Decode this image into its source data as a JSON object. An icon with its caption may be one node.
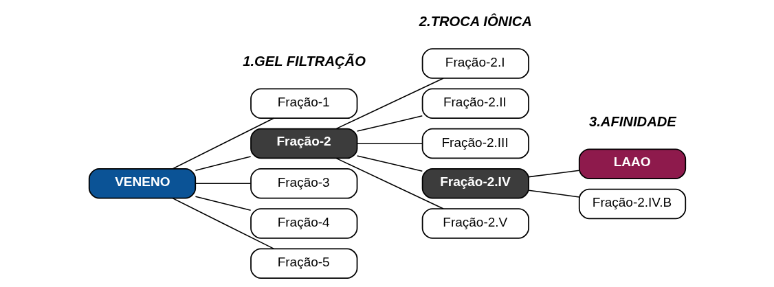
{
  "diagram": {
    "nodes": [
      {
        "text": [
          "VENENO"
        ]
      },
      {
        "text": [
          "Fração-1"
        ]
      },
      {
        "text": [
          "Fração-2"
        ]
      },
      {
        "text": [
          "Fração-3"
        ]
      },
      {
        "text": [
          "Fração-4"
        ]
      },
      {
        "text": [
          "Fração-5"
        ]
      },
      {
        "text": [
          "Fração-2.I"
        ]
      },
      {
        "text": [
          "Fração-2.II"
        ]
      },
      {
        "text": [
          "Fração-2.III"
        ]
      },
      {
        "text": [
          "Fração-2.IV"
        ]
      },
      {
        "text": [
          "Fração-2.V"
        ]
      },
      {
        "text": [
          "LAAO"
        ]
      },
      {
        "text": [
          "Fração-2.IV.B"
        ]
      }
    ],
    "edges": [
      {
        "from": 0,
        "to": 1,
        "arrow": "none"
      },
      {
        "from": 0,
        "to": 2,
        "arrow": "none"
      },
      {
        "from": 0,
        "to": 3,
        "arrow": "none"
      },
      {
        "from": 0,
        "to": 4,
        "arrow": "none"
      },
      {
        "from": 0,
        "to": 5,
        "arrow": "none"
      },
      {
        "from": 2,
        "to": 6,
        "arrow": "none"
      },
      {
        "from": 2,
        "to": 7,
        "arrow": "none"
      },
      {
        "from": 2,
        "to": 8,
        "arrow": "none"
      },
      {
        "from": 2,
        "to": 9,
        "arrow": "none"
      },
      {
        "from": 2,
        "to": 10,
        "arrow": "none"
      },
      {
        "from": 9,
        "to": 11,
        "arrow": "none"
      },
      {
        "from": 9,
        "to": 12,
        "arrow": "none"
      }
    ],
    "labels": [
      "1.GEL FILTRAÇÃO",
      "2.TROCA IÔNICA",
      "3.AFINIDADE"
    ]
  }
}
